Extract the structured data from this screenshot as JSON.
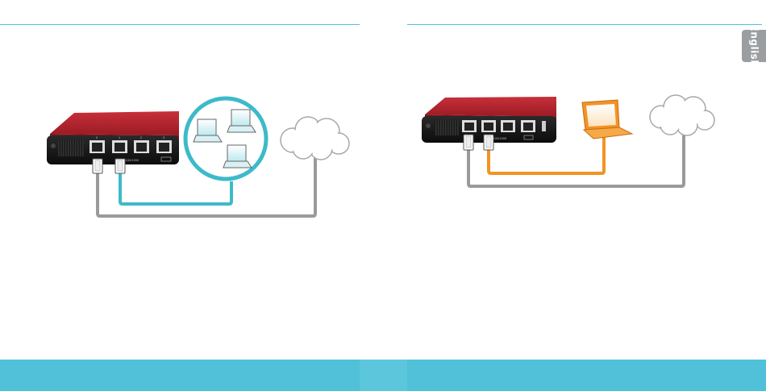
{
  "language_tab": {
    "label": "English"
  },
  "left_diagram": {
    "port_labels": [
      "0",
      "1",
      "2",
      "3"
    ],
    "wan_label": "0/e",
    "lan_label": "10/100/1000"
  },
  "right_diagram": {
    "lan_label": "10/100/1000"
  },
  "colors": {
    "accent": "#4fc1d9",
    "device_red": "#b3232d",
    "device_black": "#151515",
    "cable_gray": "#9a9a9a",
    "cable_teal": "#3dbac9",
    "cable_orange": "#f39325",
    "tab_gray": "#9b9ea1"
  }
}
